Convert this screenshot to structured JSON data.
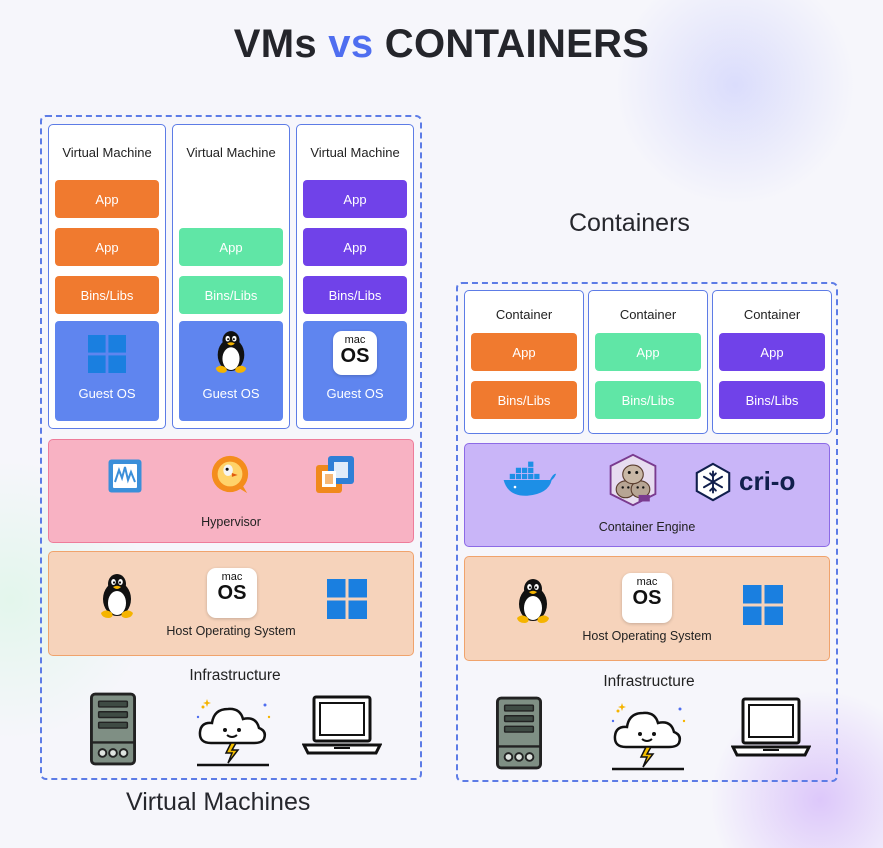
{
  "title": {
    "prefix": "VMs ",
    "vs": "vs",
    "suffix": " CONTAINERS"
  },
  "vm_section": {
    "label": "Virtual Machines",
    "columns": [
      {
        "title": "Virtual Machine",
        "blocks": [
          "App",
          "App",
          "Bins/Libs"
        ],
        "color": "#f07a2f",
        "os_label": "Guest OS",
        "os_icon": "windows-icon"
      },
      {
        "title": "Virtual Machine",
        "blocks": [
          "App",
          "Bins/Libs"
        ],
        "color": "#60e6a6",
        "os_label": "Guest OS",
        "os_icon": "linux-penguin-icon"
      },
      {
        "title": "Virtual Machine",
        "blocks": [
          "App",
          "App",
          "Bins/Libs"
        ],
        "color": "#7042e9",
        "os_label": "Guest OS",
        "os_icon": "macos-icon"
      }
    ],
    "hypervisor": {
      "label": "Hypervisor",
      "icons": [
        "vmware-monitor-icon",
        "qemu-icon",
        "virtualbox-icon"
      ]
    },
    "host_os": {
      "label": "Host Operating System",
      "icons": [
        "linux-penguin-icon",
        "macos-icon",
        "windows-icon"
      ]
    },
    "infrastructure": {
      "label": "Infrastructure",
      "icons": [
        "server-icon",
        "cloud-icon",
        "laptop-icon"
      ]
    }
  },
  "containers_section": {
    "label": "Containers",
    "columns": [
      {
        "title": "Container",
        "blocks": [
          "App",
          "Bins/Libs"
        ],
        "color": "#f07a2f"
      },
      {
        "title": "Container",
        "blocks": [
          "App",
          "Bins/Libs"
        ],
        "color": "#60e6a6"
      },
      {
        "title": "Container",
        "blocks": [
          "App",
          "Bins/Libs"
        ],
        "color": "#7042e9"
      }
    ],
    "engine": {
      "label": "Container Engine",
      "crio_text": "cri-o",
      "icons": [
        "docker-whale-icon",
        "podman-seals-icon",
        "crio-icon"
      ]
    },
    "host_os": {
      "label": "Host Operating System",
      "icons": [
        "linux-penguin-icon",
        "macos-icon",
        "windows-icon"
      ]
    },
    "infrastructure": {
      "label": "Infrastructure",
      "icons": [
        "server-icon",
        "cloud-icon",
        "laptop-icon"
      ]
    }
  },
  "macos_tile": {
    "line1": "mac",
    "line2": "OS"
  },
  "colors": {
    "accent": "#4f6ef0",
    "border": "#5d7ce6",
    "orange": "#f07a2f",
    "green": "#60e6a6",
    "purple": "#7042e9",
    "guest_os": "#5f85ef"
  }
}
